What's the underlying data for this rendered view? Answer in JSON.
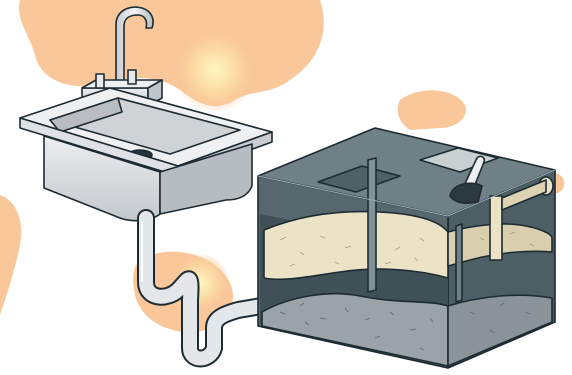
{
  "diagram": {
    "components": [
      {
        "id": "sink",
        "icon": "sink-basin-with-faucet"
      },
      {
        "id": "drain-pipe",
        "icon": "p-trap-pipe"
      },
      {
        "id": "grease-trap",
        "icon": "grease-interceptor-tank"
      },
      {
        "id": "grease-layer",
        "icon": "floating-grease-layer"
      },
      {
        "id": "sediment-layer",
        "icon": "settled-solids-layer"
      },
      {
        "id": "scoop",
        "icon": "scoop-tool"
      }
    ],
    "colors": {
      "background_blob": "#f9c79a",
      "glow": "#fff1a8",
      "metal": "#dfe1e3",
      "metal_dark": "#b9bdc1",
      "outline": "#1d2b33",
      "tank_glass": "#56686e",
      "tank_water": "#3f5157",
      "grease": "#ece3c6",
      "sediment": "#9aa4a8"
    }
  }
}
